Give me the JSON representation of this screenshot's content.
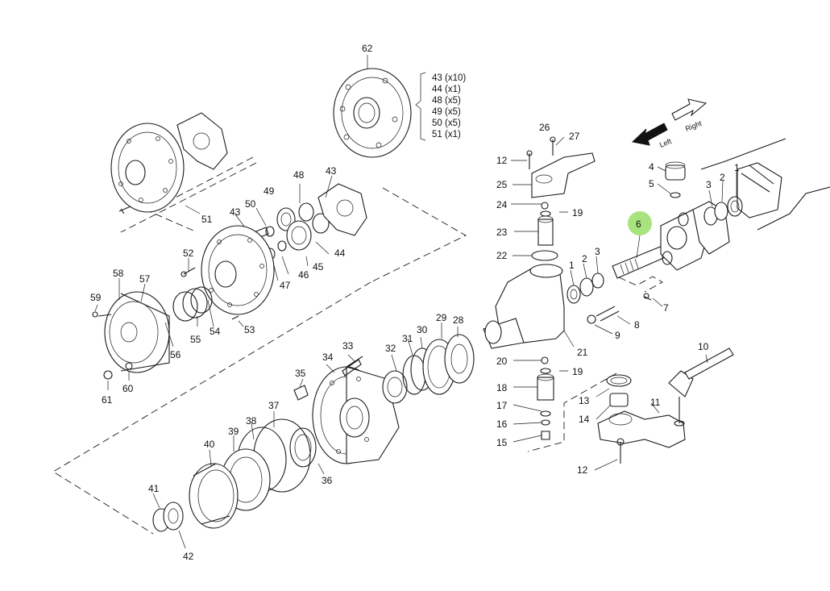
{
  "highlight": {
    "callout": "6",
    "color": "#a8e47e"
  },
  "direction": {
    "left": "Left",
    "right": "Right"
  },
  "kit_list": [
    {
      "part": "43",
      "qty": "(x10)"
    },
    {
      "part": "44",
      "qty": "(x1)"
    },
    {
      "part": "48",
      "qty": "(x5)"
    },
    {
      "part": "49",
      "qty": "(x5)"
    },
    {
      "part": "50",
      "qty": "(x5)"
    },
    {
      "part": "51",
      "qty": "(x1)"
    }
  ],
  "kit_ref": "62",
  "callouts": [
    "1",
    "2",
    "3",
    "4",
    "5",
    "6",
    "7",
    "8",
    "9",
    "10",
    "11",
    "12",
    "12",
    "13",
    "14",
    "15",
    "16",
    "17",
    "18",
    "19",
    "19",
    "20",
    "21",
    "22",
    "23",
    "24",
    "25",
    "26",
    "27",
    "28",
    "29",
    "30",
    "31",
    "32",
    "33",
    "34",
    "35",
    "36",
    "37",
    "38",
    "39",
    "40",
    "41",
    "42",
    "43",
    "43",
    "44",
    "45",
    "46",
    "47",
    "48",
    "49",
    "50",
    "51",
    "52",
    "53",
    "54",
    "55",
    "56",
    "57",
    "58",
    "59",
    "60",
    "61"
  ]
}
